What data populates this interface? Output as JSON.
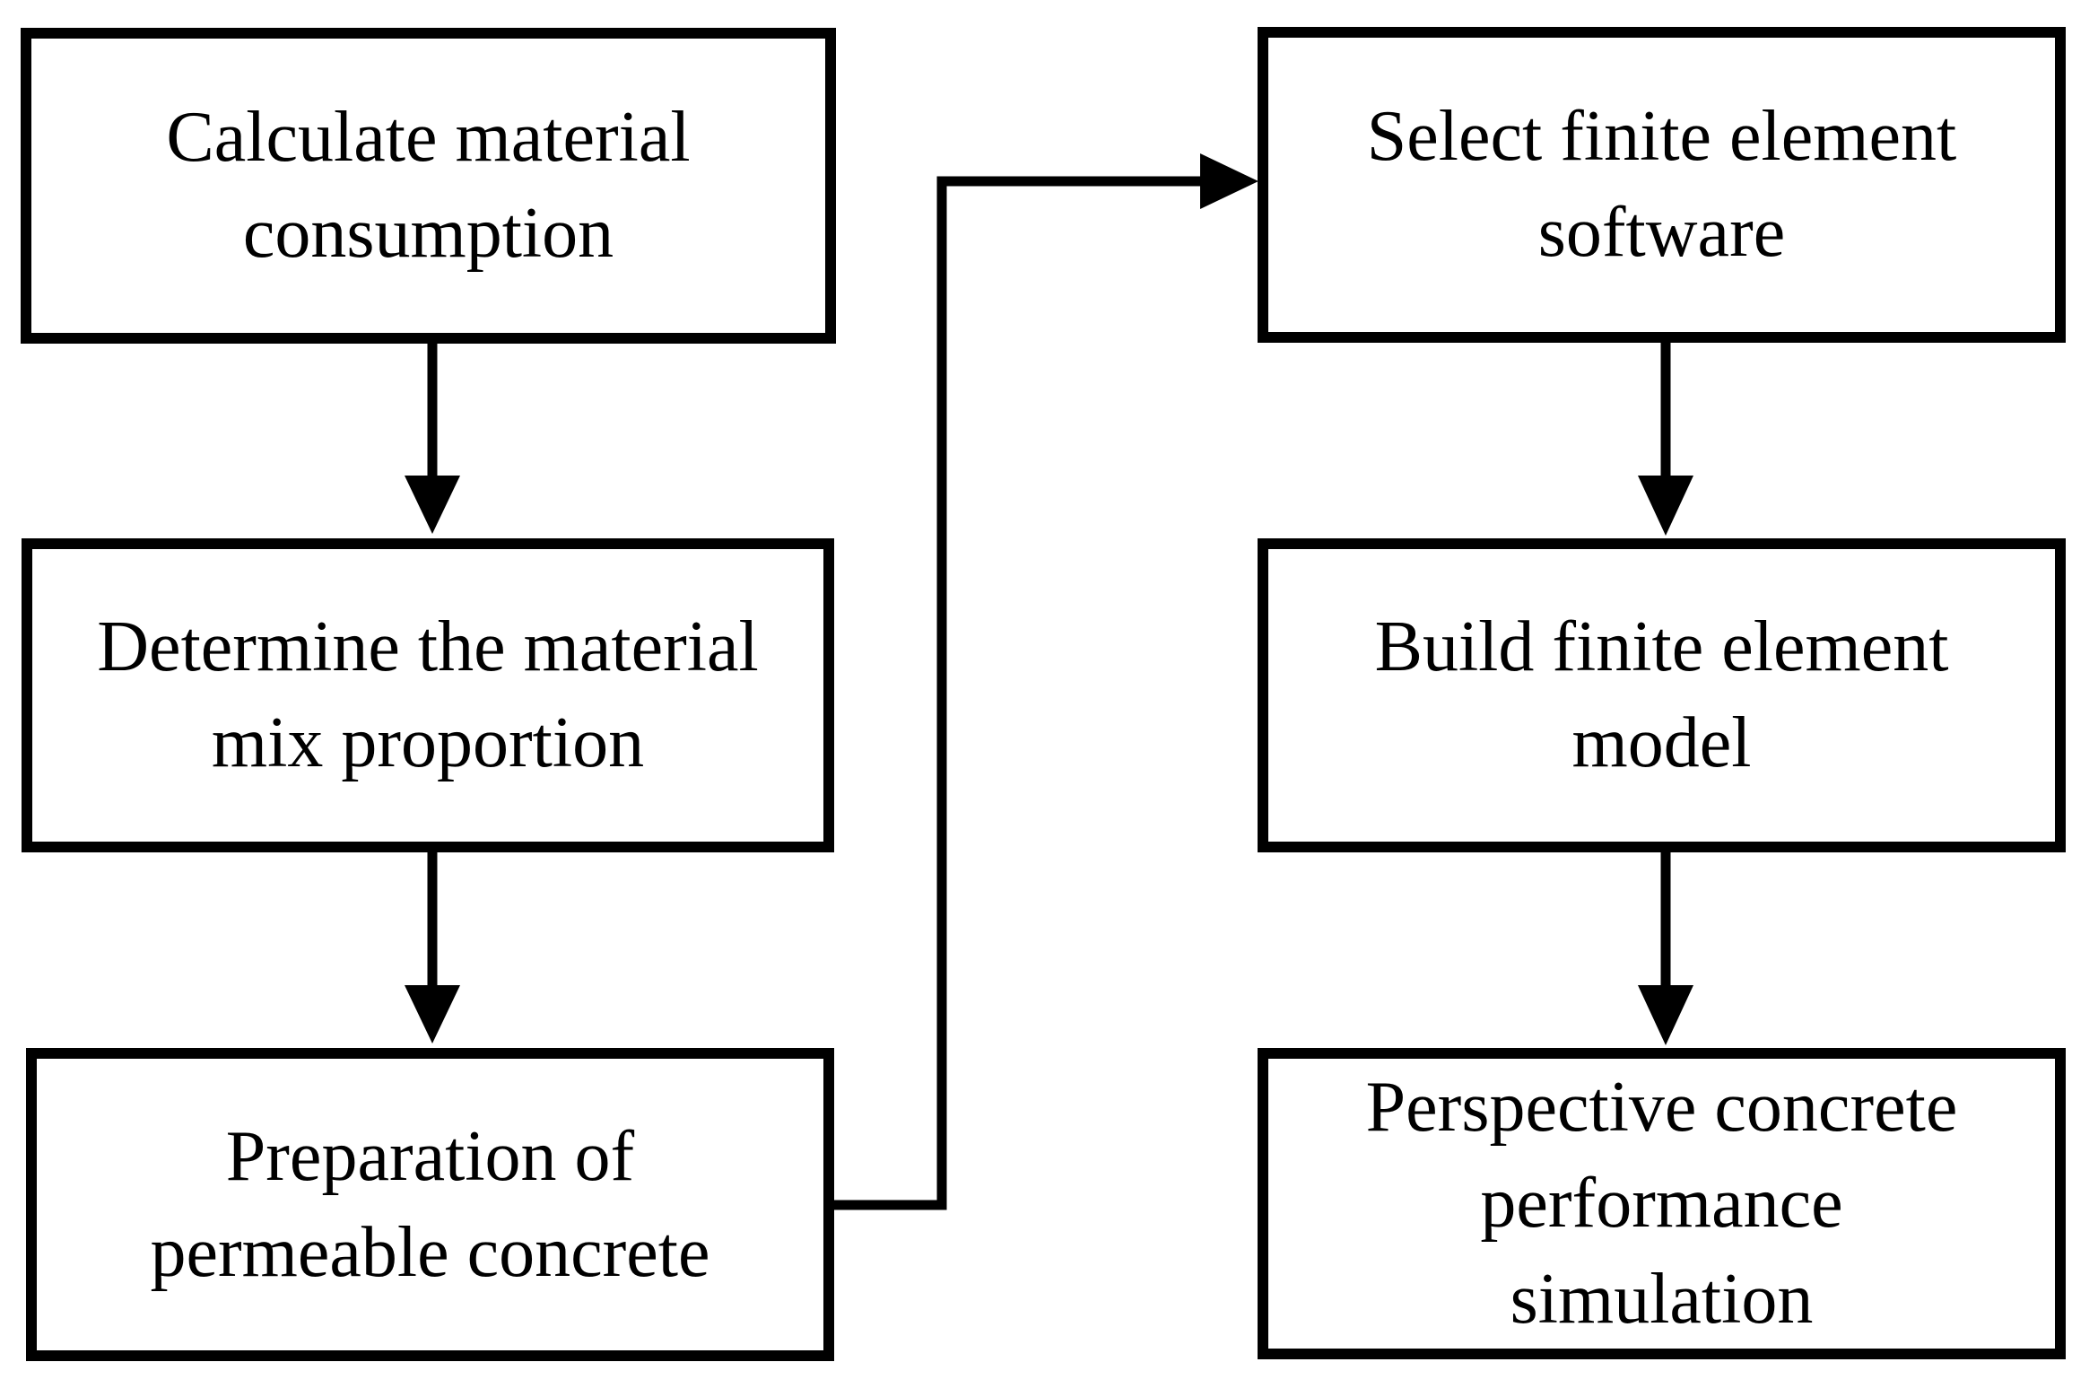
{
  "diagram": {
    "colors": {
      "background": "#ffffff",
      "line": "#000000",
      "text": "#000000"
    },
    "nodes": [
      {
        "id": "calculate-material-consumption",
        "label": "Calculate material consumption",
        "lines": [
          "Calculate material",
          "consumption"
        ]
      },
      {
        "id": "determine-material-mix-proportion",
        "label": "Determine the material mix proportion",
        "lines": [
          "Determine the material",
          "mix proportion"
        ]
      },
      {
        "id": "preparation-of-permeable-concrete",
        "label": "Preparation of permeable concrete",
        "lines": [
          "Preparation of",
          "permeable concrete"
        ]
      },
      {
        "id": "select-finite-element-software",
        "label": "Select finite element software",
        "lines": [
          "Select finite element",
          "software"
        ]
      },
      {
        "id": "build-finite-element-model",
        "label": "Build finite element model",
        "lines": [
          "Build finite element",
          "model"
        ]
      },
      {
        "id": "perspective-concrete-performance-simulation",
        "label": "Perspective concrete performance simulation",
        "lines": [
          "Perspective concrete",
          "performance",
          "simulation"
        ]
      }
    ],
    "edges": [
      {
        "from": "calculate-material-consumption",
        "to": "determine-material-mix-proportion",
        "shape": "straight-down"
      },
      {
        "from": "determine-material-mix-proportion",
        "to": "preparation-of-permeable-concrete",
        "shape": "straight-down"
      },
      {
        "from": "preparation-of-permeable-concrete",
        "to": "select-finite-element-software",
        "shape": "elbow-right-up-right"
      },
      {
        "from": "select-finite-element-software",
        "to": "build-finite-element-model",
        "shape": "straight-down"
      },
      {
        "from": "build-finite-element-model",
        "to": "perspective-concrete-performance-simulation",
        "shape": "straight-down"
      }
    ]
  }
}
